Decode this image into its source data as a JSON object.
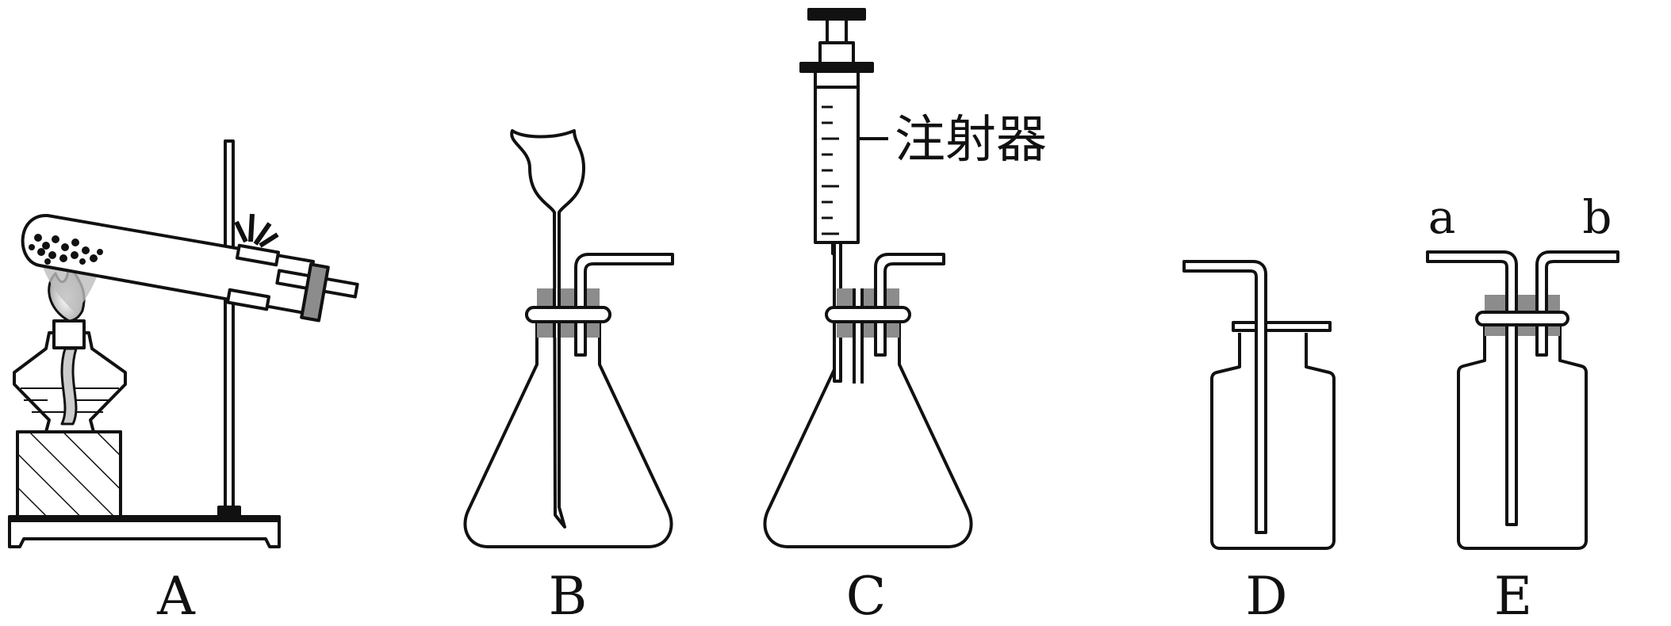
{
  "labels": {
    "A": "A",
    "B": "B",
    "C": "C",
    "D": "D",
    "E": "E"
  },
  "syringe_label": "注射器",
  "tube_a": "a",
  "tube_b": "b",
  "colors": {
    "line": "#111111",
    "stopper": "#8c8c8c",
    "background": "#ffffff"
  }
}
